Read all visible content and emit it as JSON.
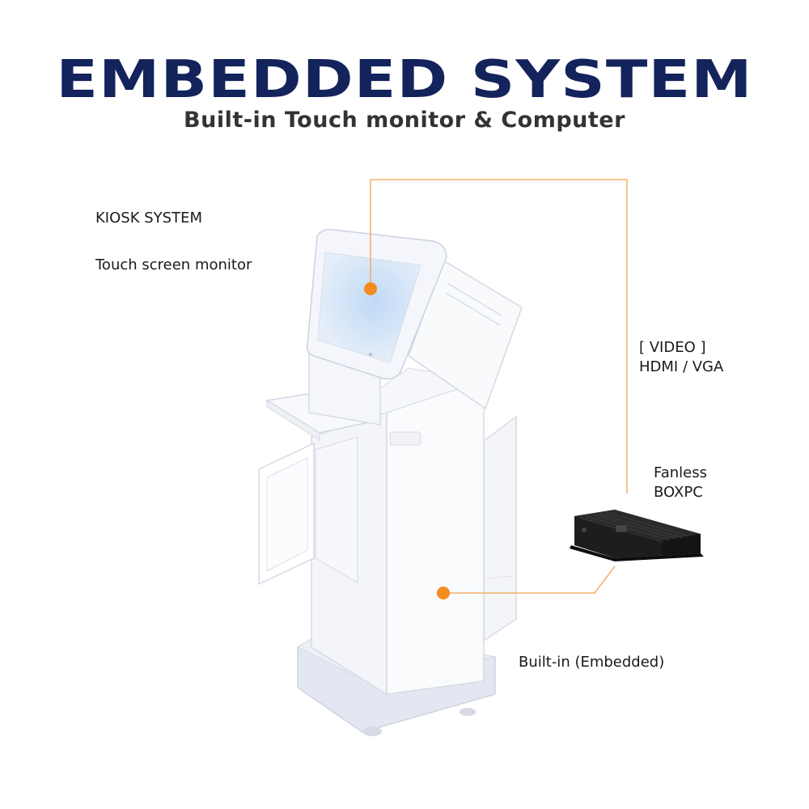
{
  "header": {
    "title": "EMBEDDED SYSTEM",
    "subtitle": "Built-in  Touch monitor & Computer"
  },
  "labels": {
    "kiosk_system": "KIOSK SYSTEM",
    "touch_monitor": "Touch screen monitor",
    "video": "[ VIDEO ]",
    "hdmi_vga": "HDMI / VGA",
    "fanless": "Fanless",
    "boxpc": "BOXPC",
    "builtin": "Built-in (Embedded)"
  },
  "colors": {
    "title": "#13235b",
    "subtitle": "#333333",
    "callout_line": "#f2a14a",
    "callout_dot": "#f28c1e",
    "kiosk_body": "#f7f8fb",
    "kiosk_outline": "#d8dbe4",
    "boxpc_body": "#1b1b1b"
  },
  "icons": [
    "callout-dot-icon",
    "callout-dot-icon"
  ]
}
